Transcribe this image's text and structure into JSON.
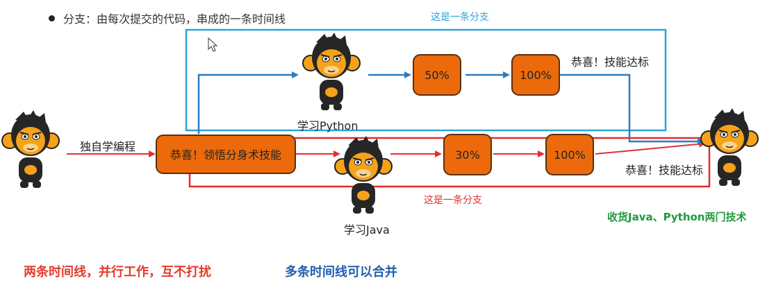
{
  "header": {
    "bullet_text": "分支：由每次提交的代码，串成的一条时间线"
  },
  "branch_labels": {
    "blue": "这是一条分支",
    "red": "这是一条分支"
  },
  "nodes": {
    "main_box": "恭喜！领悟分身术技能",
    "python_50": "50%",
    "python_100": "100%",
    "java_30": "30%",
    "java_100": "100%"
  },
  "captions": {
    "self_learning": "独自学编程",
    "learn_python": "学习Python",
    "learn_java": "学习Java",
    "congrats_python": "恭喜！技能达标",
    "congrats_java": "恭喜！技能达标",
    "result": "收货Java、Python两门技术"
  },
  "footer": {
    "red_note": "两条时间线，并行工作，互不打扰",
    "blue_note": "多条时间线可以合并"
  },
  "colors": {
    "node_fill": "#ec6a0b",
    "node_border": "#5a2f10",
    "blue_branch": "#2fa3d6",
    "red_branch": "#e52a2a",
    "blue_arrow": "#2b7cc1",
    "red_arrow": "#e03030",
    "result_green": "#1e9a3c",
    "footer_red": "#e53a2a",
    "footer_blue": "#1f5fae"
  }
}
